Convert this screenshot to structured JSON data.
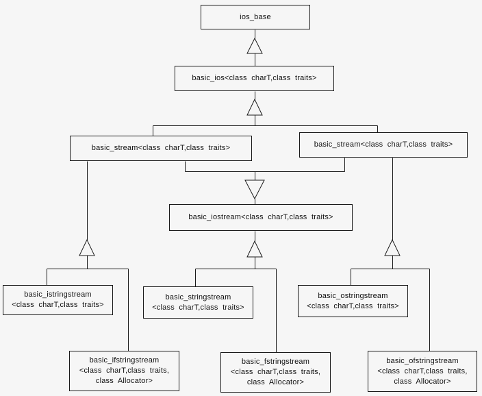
{
  "diagram": {
    "type": "class-inheritance-hierarchy",
    "nodes": {
      "ios_base": {
        "label": "ios_base"
      },
      "basic_ios": {
        "label": "basic_ios<class  charT,class  traits>"
      },
      "basic_stream_left": {
        "label": "basic_stream<class  charT,class  traits>"
      },
      "basic_stream_right": {
        "label": "basic_stream<class  charT,class  traits>"
      },
      "basic_iostream": {
        "label": "basic_iostream<class  charT,class  traits>"
      },
      "basic_istringstream": {
        "label": "basic_istringstream\n<class  charT,class  traits>"
      },
      "basic_stringstream": {
        "label": "basic_stringstream\n<class  charT,class  traits>"
      },
      "basic_ostringstream": {
        "label": "basic_ostringstream\n<class  charT,class  traits>"
      },
      "basic_ifstringstream": {
        "label": "basic_ifstringstream\n<class  charT,class  traits,\nclass  Allocator>"
      },
      "basic_fstringstream": {
        "label": "basic_fstringstream\n<class  charT,class  traits,\nclass  Allocator>"
      },
      "basic_ofstringstream": {
        "label": "basic_ofstringstream\n<class  charT,class  traits,\nclass  Allocator>"
      }
    },
    "edges": [
      {
        "from": "basic_ios",
        "to": "ios_base"
      },
      {
        "from": "basic_stream_left",
        "to": "basic_ios"
      },
      {
        "from": "basic_stream_right",
        "to": "basic_ios"
      },
      {
        "from": "basic_iostream",
        "to": "basic_stream_left"
      },
      {
        "from": "basic_iostream",
        "to": "basic_stream_right"
      },
      {
        "from": "basic_istringstream",
        "to": "basic_stream_left"
      },
      {
        "from": "basic_ifstringstream",
        "to": "basic_stream_left"
      },
      {
        "from": "basic_stringstream",
        "to": "basic_iostream"
      },
      {
        "from": "basic_fstringstream",
        "to": "basic_iostream"
      },
      {
        "from": "basic_ostringstream",
        "to": "basic_stream_right"
      },
      {
        "from": "basic_ofstringstream",
        "to": "basic_stream_right"
      }
    ],
    "colors": {
      "background": "#f6f6f6",
      "line": "#1a1a1a",
      "text": "#111111"
    }
  }
}
